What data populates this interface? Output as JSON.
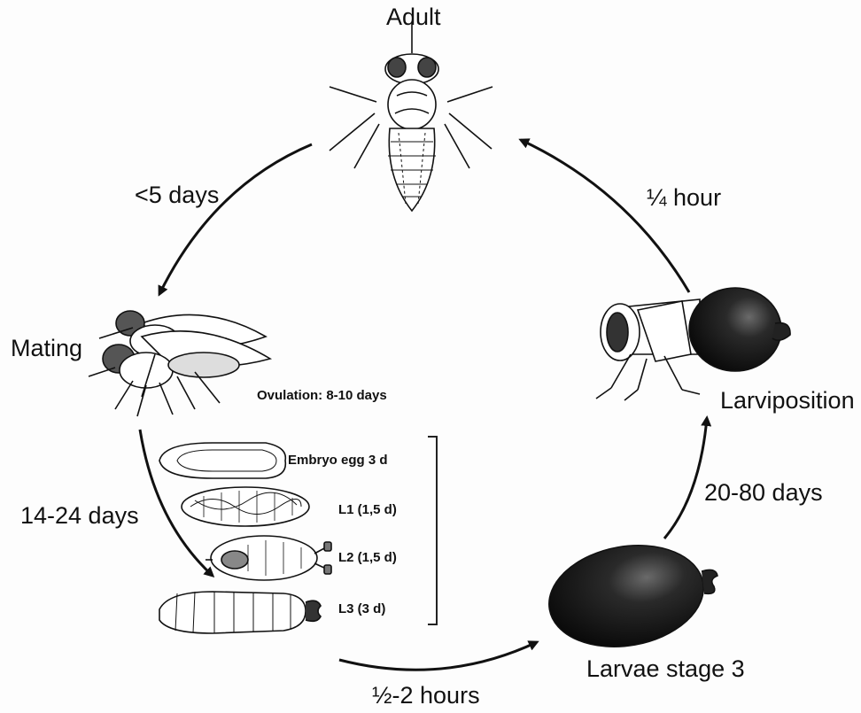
{
  "stages": {
    "adult": "Adult",
    "mating": "Mating",
    "ovulation": "Ovulation: 8-10 days",
    "embryo": "Embryo egg 3 d",
    "l1": "L1 (1,5 d)",
    "l2": "L2 (1,5 d)",
    "l3": "L3 (3 d)",
    "larvae_stage_3": "Larvae stage 3",
    "larviposition": "Larviposition"
  },
  "durations": {
    "adult_to_mating": "<5 days",
    "mating_to_larvae": "14-24 days",
    "larvae_to_pupa": "½-2 hours",
    "pupa_to_larviposition": "20-80 days",
    "larviposition_to_adult": "¼ hour"
  },
  "colors": {
    "ink": "#111111",
    "pupa": "#1a1a1a",
    "background": "#fdfdfd"
  }
}
